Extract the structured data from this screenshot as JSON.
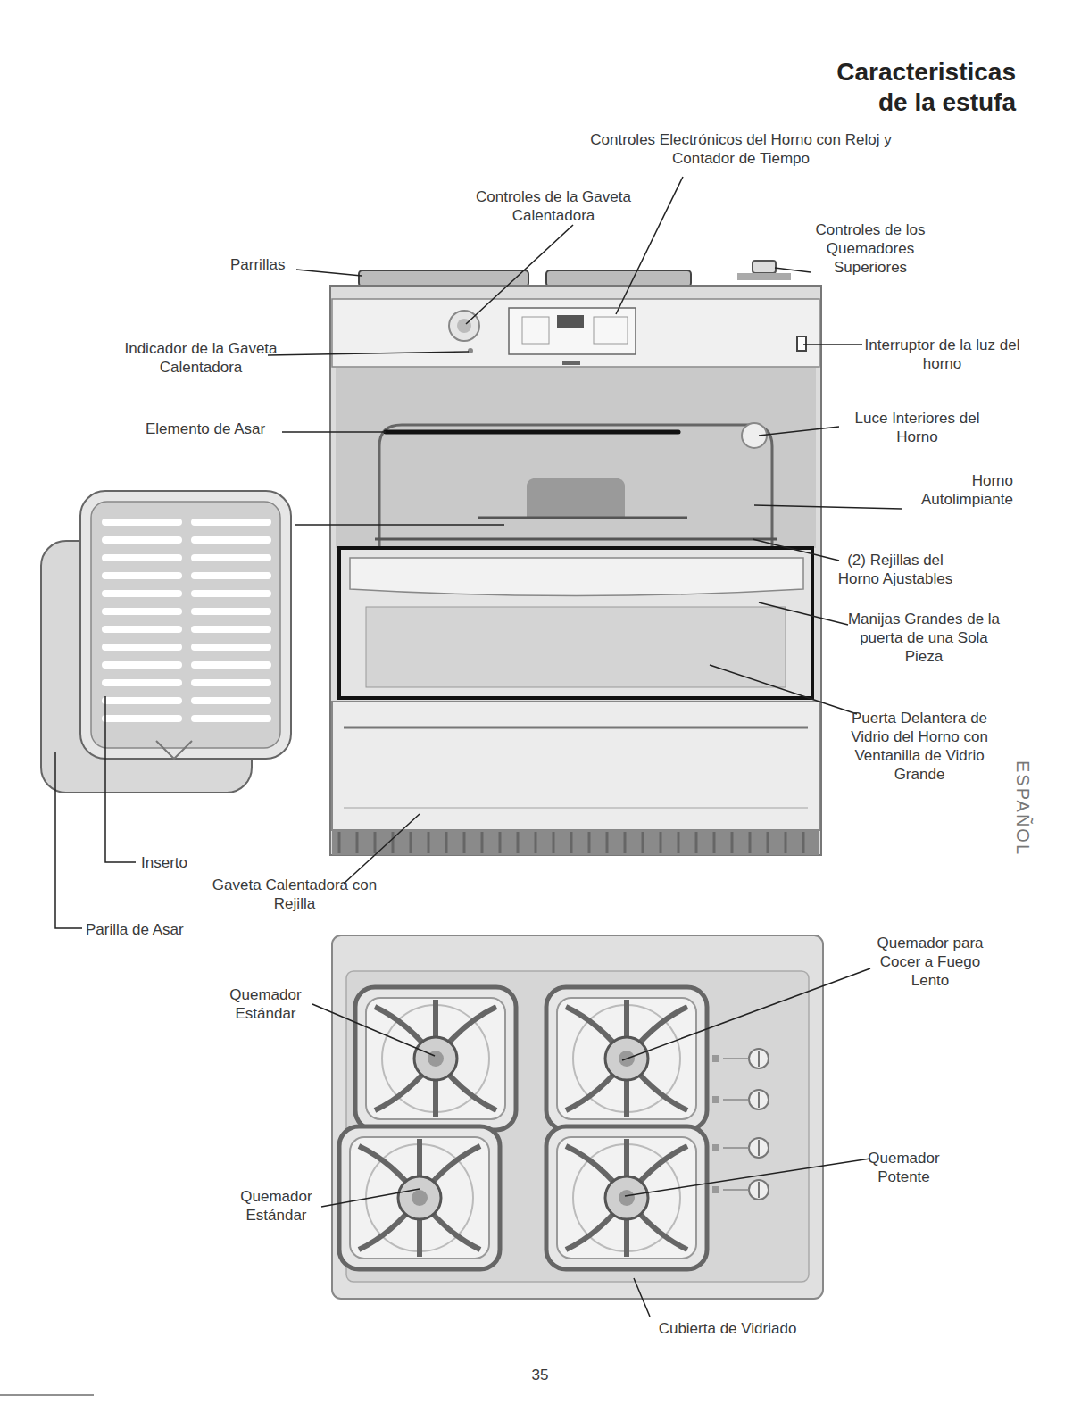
{
  "diagram": {
    "title": "Caracteristicas de la estufa",
    "labels": [
      "Controles Electrónicos del Horno con Reloj y Contador de Tiempo",
      "Controles de la Gaveta Calentadora",
      "Controles de los Quemadores Superiores",
      "Parrillas",
      "Indicador de la Gaveta Calentadora",
      "Interruptor de la luz del horno",
      "Elemento de Asar",
      "Luce Interiores del Horno",
      "Horno Autolimpiante",
      "(2) Rejillas del Horno Ajustables",
      "Manijas Grandes de la puerta de una Sola Pieza",
      "Puerta Delantera de Vidrio del Horno con Ventanilla de Vidrio Grande",
      "Inserto",
      "Gaveta Calentadora con Rejilla",
      "Parilla de Asar",
      "Quemador para Cocer a Fuego Lento",
      "Quemador Estándar",
      "Quemador Potente",
      "Quemador Estándar",
      "Cubierta de Vidriado",
      "ESPAÑOL",
      "35"
    ]
  }
}
